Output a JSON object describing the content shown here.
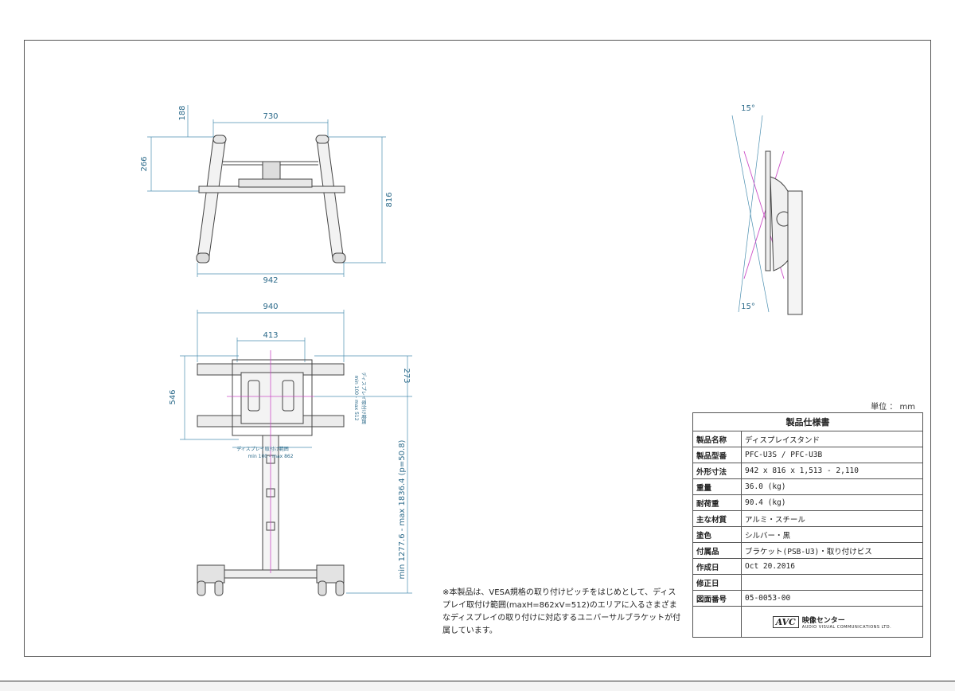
{
  "front_view": {
    "width_top": "730",
    "height_small": "188",
    "height_mid": "266",
    "height_total": "816",
    "width_bottom": "942"
  },
  "rear_view": {
    "width_top": "940",
    "width_inner": "413",
    "height_left": "546",
    "height_right": "273",
    "range_height": "min 1277.6 - max 1836.4 (p=50.8)",
    "label_vertical_range": "ディスプレイ取付け範囲",
    "label_vertical_minmax": "min 100 - max 512",
    "label_horizontal_range": "ディスプレイ取付け範囲",
    "label_horizontal_minmax": "min 100 - max 862"
  },
  "side_view": {
    "angle_top": "15°",
    "angle_bottom": "15°"
  },
  "unit_label": "単位 ： mm",
  "spec": {
    "title": "製品仕様書",
    "rows": [
      {
        "label": "製品名称",
        "value": "ディスプレイスタンド"
      },
      {
        "label": "製品型番",
        "value": "PFC-U3S / PFC-U3B"
      },
      {
        "label": "外形寸法",
        "value": "942 x 816 x 1,513 - 2,110"
      },
      {
        "label": "重量",
        "value": "36.0 (kg)"
      },
      {
        "label": "耐荷重",
        "value": "90.4 (kg)"
      },
      {
        "label": "主な材質",
        "value": "アルミ・スチール"
      },
      {
        "label": "塗色",
        "value": "シルバー・黒"
      },
      {
        "label": "付属品",
        "value": "ブラケット(PSB-U3)・取り付けビス"
      },
      {
        "label": "作成日",
        "value": "Oct 20.2016"
      },
      {
        "label": "修正日",
        "value": ""
      },
      {
        "label": "図面番号",
        "value": "05-0053-00"
      }
    ],
    "logo_mark": "AVC",
    "logo_company": "映像センター",
    "logo_sub": "AUDIO VISUAL COMMUNICATIONS LTD."
  },
  "note": "※本製品は、VESA規格の取り付けピッチをはじめとして、ディスプレイ取付け範囲(maxH=862xV=512)のエリアに入るさまざまなディスプレイの取り付けに対応するユニバーサルブラケットが付属しています。"
}
